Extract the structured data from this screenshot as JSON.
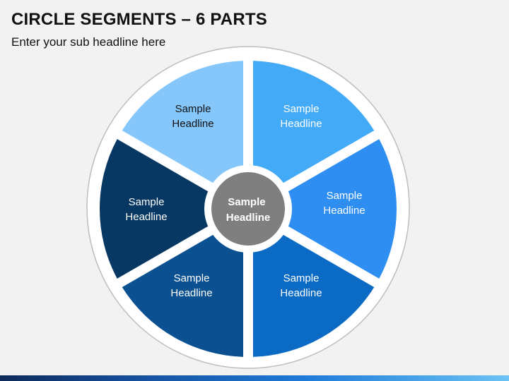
{
  "header": {
    "title": "CIRCLE SEGMENTS – 6 PARTS",
    "subtitle": "Enter your sub headline here"
  },
  "diagram": {
    "center": {
      "line1": "Sample",
      "line2": "Headline",
      "color": "#7f7f7f"
    },
    "segments": [
      {
        "line1": "Sample",
        "line2": "Headline",
        "color": "#42aaf7",
        "text_color": "#ffffff"
      },
      {
        "line1": "Sample",
        "line2": "Headline",
        "color": "#2e8ef2",
        "text_color": "#ffffff"
      },
      {
        "line1": "Sample",
        "line2": "Headline",
        "color": "#0a6ac4",
        "text_color": "#ffffff"
      },
      {
        "line1": "Sample",
        "line2": "Headline",
        "color": "#0b5090",
        "text_color": "#ffffff"
      },
      {
        "line1": "Sample",
        "line2": "Headline",
        "color": "#073863",
        "text_color": "#ffffff"
      },
      {
        "line1": "Sample",
        "line2": "Headline",
        "color": "#85c6fb",
        "text_color": "#111111"
      }
    ]
  }
}
